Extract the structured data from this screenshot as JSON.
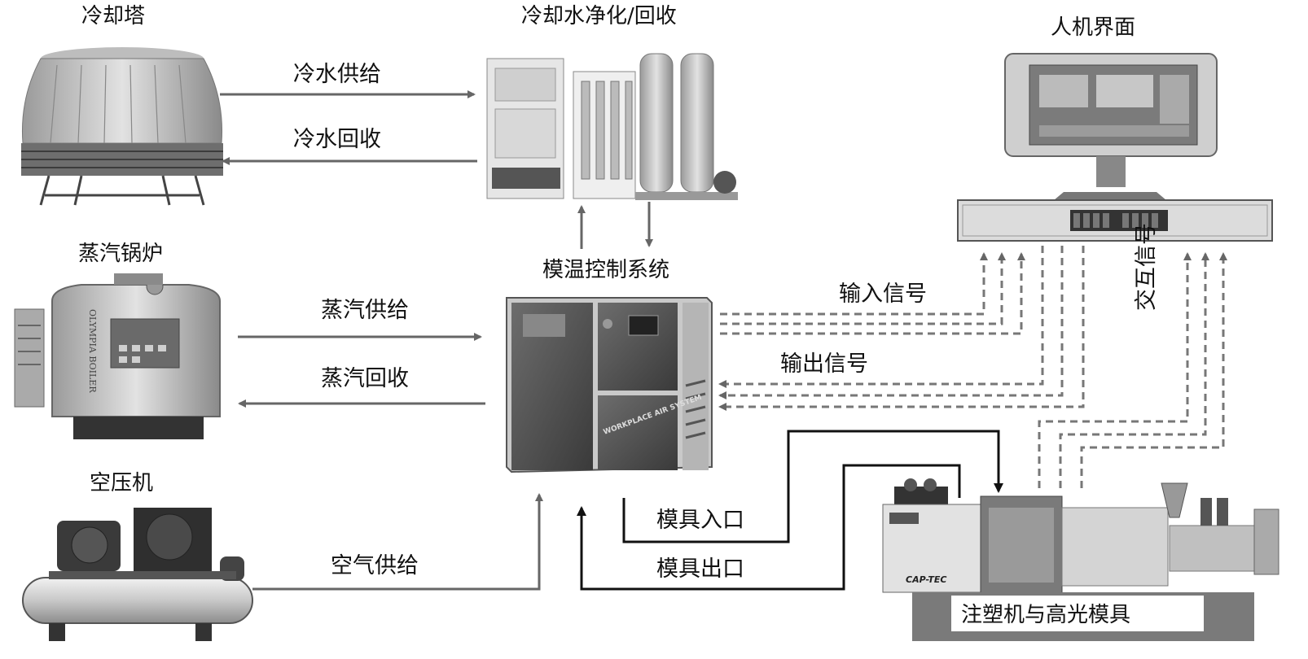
{
  "components": {
    "cooling_tower": "冷却塔",
    "water_purifier": "冷却水净化/回收",
    "hmi": "人机界面",
    "steam_boiler": "蒸汽锅炉",
    "mold_temp_controller": "模温控制系统",
    "air_compressor": "空压机",
    "injection_machine": "注塑机与高光模具"
  },
  "flows": {
    "cold_water_supply": "冷水供给",
    "cold_water_return": "冷水回收",
    "steam_supply": "蒸汽供给",
    "steam_return": "蒸汽回收",
    "air_supply": "空气供给",
    "mold_inlet": "模具入口",
    "mold_outlet": "模具出口",
    "input_signal": "输入信号",
    "output_signal": "输出信号",
    "interaction_signal": "交互信号"
  },
  "equipment_markings": {
    "boiler_brand": "OLYMPIA BOILER",
    "controller_panel": "WORKPLACE AIR SYSTEM",
    "injection_brand": "CAP-TEC"
  }
}
